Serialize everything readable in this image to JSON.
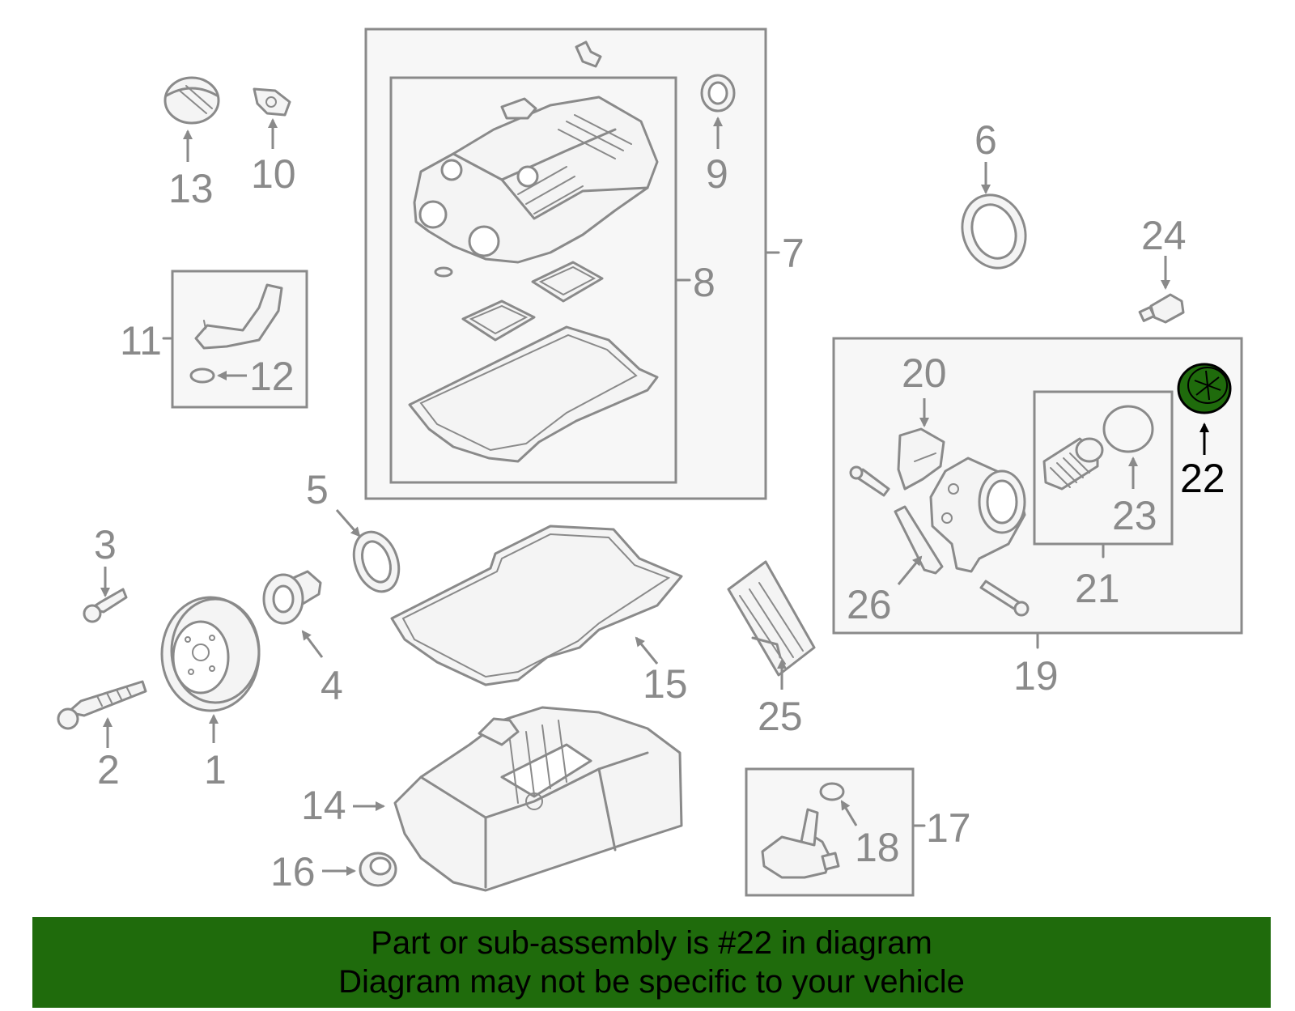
{
  "diagram": {
    "highlighted_part": "22",
    "highlight_color": "#1f6b0c",
    "line_color": "#8a8a8a",
    "callouts": {
      "c1": "1",
      "c2": "2",
      "c3": "3",
      "c4": "4",
      "c5": "5",
      "c6": "6",
      "c7": "7",
      "c8": "8",
      "c9": "9",
      "c10": "10",
      "c11": "11",
      "c12": "12",
      "c13": "13",
      "c14": "14",
      "c15": "15",
      "c16": "16",
      "c17": "17",
      "c18": "18",
      "c19": "19",
      "c20": "20",
      "c21": "21",
      "c22": "22",
      "c23": "23",
      "c24": "24",
      "c25": "25",
      "c26": "26"
    }
  },
  "banner": {
    "line1": "Part or sub-assembly is #22 in diagram",
    "line2": "Diagram may not be specific to your vehicle",
    "background": "#1f6b0c"
  }
}
